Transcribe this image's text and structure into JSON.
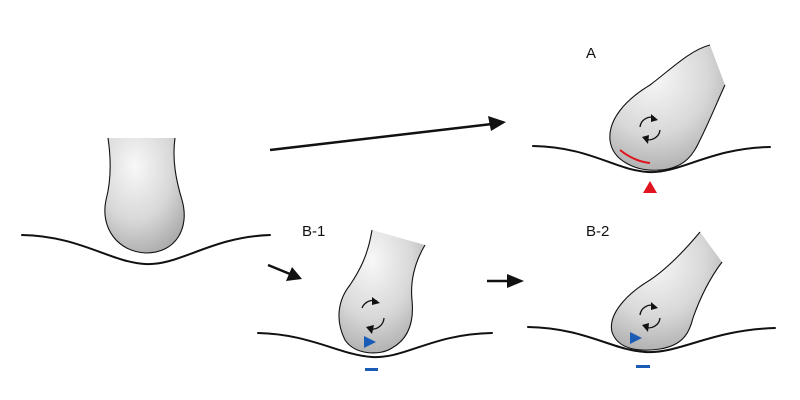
{
  "labels": {
    "a": "A",
    "b1": "B-1",
    "b2": "B-2"
  },
  "colors": {
    "red_marker": "#e0141e",
    "blue_marker": "#1a5cb5",
    "outline": "#111111",
    "finger_light": "#f8f8f8",
    "finger_dark": "#a5a5a5"
  },
  "icons": {
    "red_marker": "red-triangle-up-icon",
    "blue_marker": "blue-triangle-icon",
    "rotation": "circular-rotation-arrows-icon"
  }
}
